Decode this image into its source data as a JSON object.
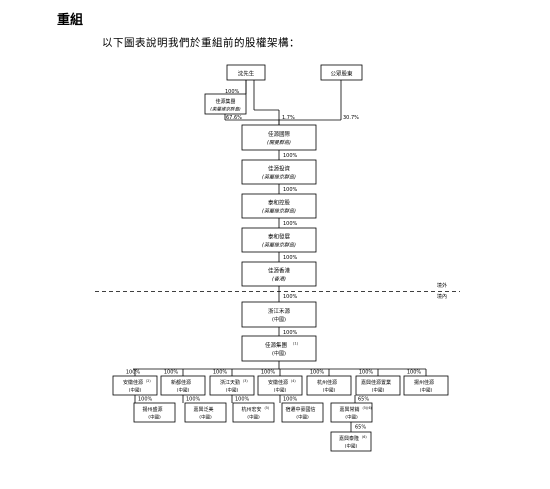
{
  "heading": "重組",
  "intro": "以下圖表說明我們於重組前的股權架構：",
  "labels": {
    "offshore": "境外",
    "onshore": "境內"
  },
  "nodes": {
    "shareholder": "沈先生",
    "public": "公眾股東",
    "bvi": {
      "name": "佳源集團",
      "sub": "(英屬維京群島)"
    },
    "cayman": {
      "name": "佳源國際",
      "sub": "(開曼群島)"
    },
    "hold1": {
      "name": "佳源投資",
      "sub": "(英屬維京群島)"
    },
    "hold2": {
      "name": "泰和控股",
      "sub": "(英屬維京群島)"
    },
    "hold3": {
      "name": "泰和發展",
      "sub": "(英屬維京群島)"
    },
    "hk": {
      "name": "佳源香港",
      "sub": "(香港)"
    },
    "zj": {
      "name": "浙江禾源",
      "sub": "(中國)"
    },
    "group": {
      "name": "佳源集團",
      "sup": "(1)",
      "sub": "(中國)"
    },
    "subs": [
      {
        "name": "安徽佳源",
        "sup": "(2)",
        "sub": "(中國)"
      },
      {
        "name": "新都佳源",
        "sub": "(中國)"
      },
      {
        "name": "浙江天勤",
        "sup": "(3)",
        "sub": "(中國)"
      },
      {
        "name": "安徽佳源",
        "sup": "(4)",
        "sub": "(中國)"
      },
      {
        "name": "杭州佳源",
        "sub": "(中國)"
      },
      {
        "name": "嘉興佳源置業",
        "sub": "(中國)"
      },
      {
        "name": "揚州佳源",
        "sub": "(中國)"
      }
    ],
    "level2": [
      {
        "name": "揚州盛源",
        "sub": "(中國)"
      },
      {
        "name": "嘉興泛美",
        "sub": "(中國)"
      },
      {
        "name": "杭州宏安",
        "sup": "(5)",
        "sub": "(中國)"
      },
      {
        "name": "宿遷中豪國信",
        "sub": "(中國)"
      },
      {
        "name": "嘉興常銷",
        "sup": "(5)(6)",
        "sub": "(中國)"
      }
    ],
    "level3": {
      "name": "嘉興泰隆",
      "sup": "(6)",
      "sub": "(中國)"
    }
  },
  "percentages": {
    "s_to_bvi": "100%",
    "bvi_to_cayman": "67.6%",
    "s_to_cayman": "1.7%",
    "public_to_cayman": "30.7%",
    "cayman_to_hold1": "100%",
    "hold1_to_hold2": "100%",
    "hold2_to_hold3": "100%",
    "hold3_to_hk": "100%",
    "hk_to_zj": "100%",
    "zj_to_group": "100%",
    "group_to_subs": [
      "100%",
      "100%",
      "100%",
      "100%",
      "100%",
      "100%",
      "100%"
    ],
    "level2": [
      "100%",
      "100%",
      "100%",
      "100%",
      "65%"
    ],
    "level3": "65%"
  }
}
